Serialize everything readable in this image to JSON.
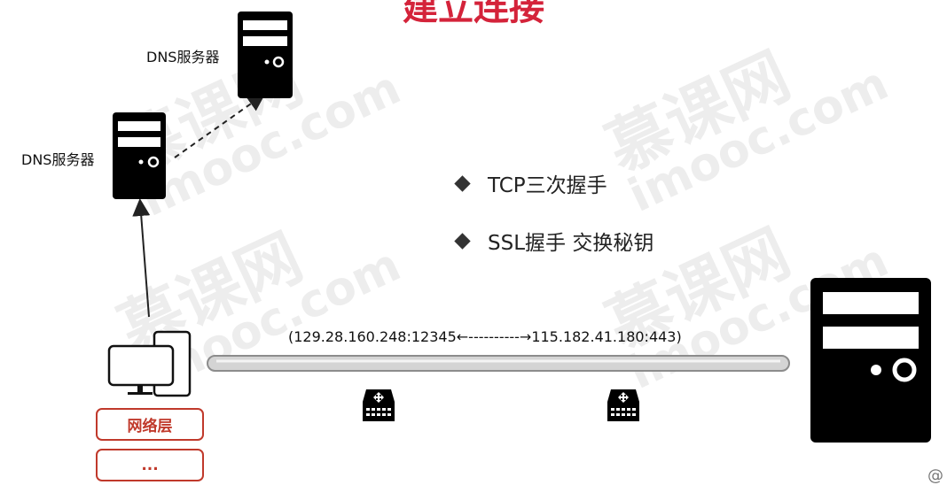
{
  "title": "建立连接",
  "dns_servers": [
    {
      "label": "DNS服务器"
    },
    {
      "label": "DNS服务器"
    }
  ],
  "bullets": [
    {
      "text": "TCP三次握手"
    },
    {
      "text": "SSL握手 交换秘钥"
    }
  ],
  "connection": {
    "client_endpoint": "(129.28.160.248:12345",
    "arrow": "←----------→",
    "server_endpoint": "115.182.41.180:443)"
  },
  "layers": [
    {
      "label": "网络层"
    },
    {
      "label": "..."
    }
  ],
  "watermark": {
    "text_cn": "慕课网",
    "text_en": "imooc.com"
  },
  "corner_mark": "@",
  "colors": {
    "title_red": "#d4233a",
    "layer_border": "#c0392b",
    "server_black": "#000000",
    "watermark_grey": "#ededed"
  },
  "icons": [
    "server-icon",
    "computer-icon",
    "router-icon",
    "diamond-bullet-icon"
  ]
}
